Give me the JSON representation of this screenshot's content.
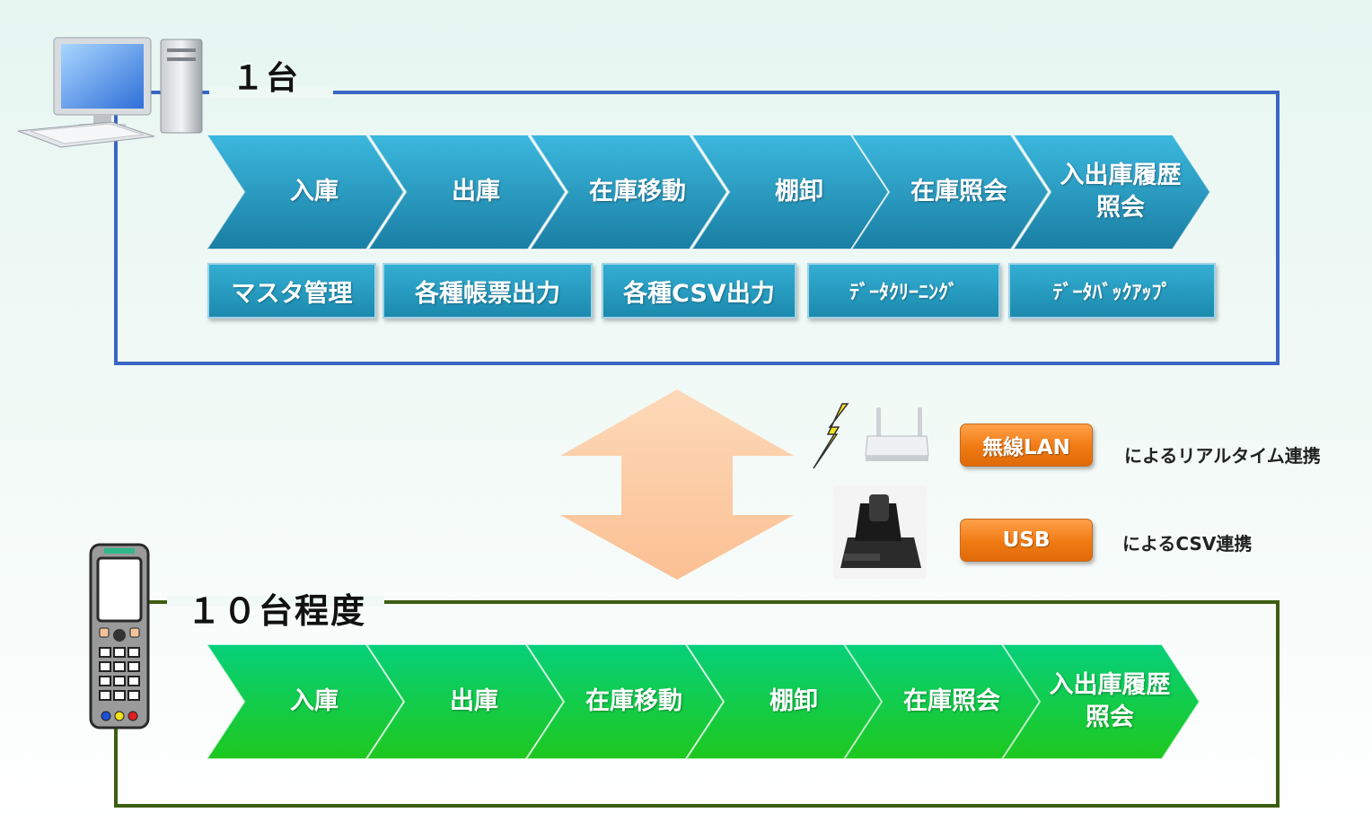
{
  "top_group": {
    "label": "１台",
    "flow_steps": [
      "入庫",
      "出庫",
      "在庫移動",
      "棚卸",
      "在庫照会",
      "入出庫履歴\n照会"
    ],
    "tasks": [
      "マスタ管理",
      "各種帳票出力",
      "各種CSV出力",
      "ﾃﾞｰﾀｸﾘｰﾆﾝｸﾞ",
      "ﾃﾞｰﾀﾊﾞｯｸｱｯﾌﾟ"
    ],
    "color": "#2a9ec4"
  },
  "bottom_group": {
    "label": "１０台程度",
    "flow_steps": [
      "入庫",
      "出庫",
      "在庫移動",
      "棚卸",
      "在庫照会",
      "入出庫履歴\n照会"
    ],
    "color": "#18c84a"
  },
  "connections": [
    {
      "badge": "無線LAN",
      "description": "によるリアルタイム連携",
      "icon": "router-icon"
    },
    {
      "badge": "USB",
      "description": "によるCSV連携",
      "icon": "cradle-icon"
    }
  ],
  "colors": {
    "accent_orange": "#f07a12",
    "top_frame": "#3a66c6",
    "bottom_frame": "#3d5e12",
    "arrow": "#fcc9a0"
  }
}
